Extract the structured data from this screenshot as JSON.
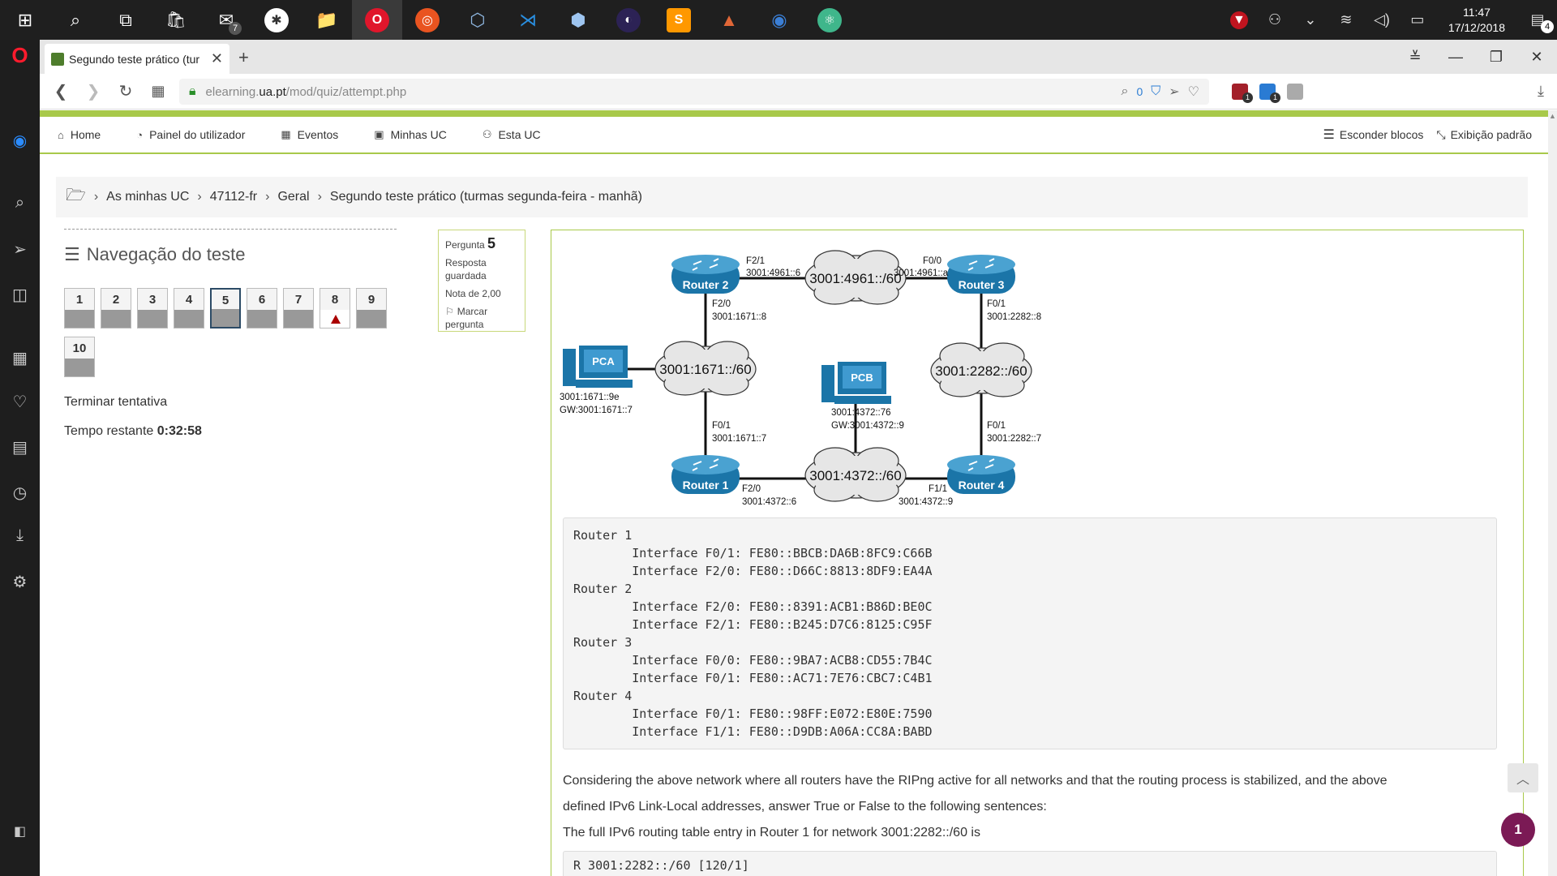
{
  "taskbar": {
    "apps": [
      {
        "name": "start",
        "glyph": "⊞"
      },
      {
        "name": "search",
        "glyph": "⌕"
      },
      {
        "name": "task-view",
        "glyph": "⧉"
      },
      {
        "name": "store",
        "glyph": "🛍"
      },
      {
        "name": "mail",
        "glyph": "✉",
        "badge": "7"
      },
      {
        "name": "slack",
        "glyph": "✱"
      },
      {
        "name": "file-explorer",
        "glyph": "📁"
      },
      {
        "name": "opera",
        "glyph": "O"
      },
      {
        "name": "ubuntu",
        "glyph": "◎"
      },
      {
        "name": "virtualbox",
        "glyph": "⬡"
      },
      {
        "name": "vscode",
        "glyph": "⋊"
      },
      {
        "name": "3d-viewer",
        "glyph": "⬢"
      },
      {
        "name": "eclipse",
        "glyph": "◐"
      },
      {
        "name": "sublime",
        "glyph": "S"
      },
      {
        "name": "matlab",
        "glyph": "▲"
      },
      {
        "name": "chrome-dev",
        "glyph": "◉"
      },
      {
        "name": "atom",
        "glyph": "⚛"
      }
    ],
    "clock_time": "11:47",
    "clock_date": "17/12/2018",
    "notif_count": "4"
  },
  "browser": {
    "tab_title": "Segundo teste prático (tur",
    "url_prefix": "elearning.",
    "url_host": "ua.pt",
    "url_path": "/mod/quiz/attempt.php",
    "adblock_count": "0",
    "ext_badge_1": "1",
    "ext_badge_2": "1"
  },
  "moodle_nav": {
    "items": [
      {
        "icon": "⌂",
        "label": "Home"
      },
      {
        "icon": "◔",
        "label": "Painel do utilizador"
      },
      {
        "icon": "▦",
        "label": "Eventos"
      },
      {
        "icon": "▣",
        "label": "Minhas UC"
      },
      {
        "icon": "⚇",
        "label": "Esta UC"
      }
    ],
    "hide_blocks": "Esconder blocos",
    "default_view": "Exibição padrão"
  },
  "breadcrumb": [
    "As minhas UC",
    "47112-fr",
    "Geral",
    "Segundo teste prático (turmas segunda-feira - manhã)"
  ],
  "quiz_nav": {
    "title": "Navegação do teste",
    "questions": [
      "1",
      "2",
      "3",
      "4",
      "5",
      "6",
      "7",
      "8",
      "9",
      "10"
    ],
    "current": "5",
    "flagged": "8",
    "finish_label": "Terminar tentativa",
    "time_label": "Tempo restante",
    "time_value": "0:32:58"
  },
  "question_info": {
    "label": "Pergunta",
    "number": "5",
    "status": "Resposta guardada",
    "grade": "Nota de 2,00",
    "flag": "Marcar pergunta"
  },
  "diagram": {
    "clouds": [
      "3001:4961::/60",
      "3001:1671::/60",
      "3001:2282::/60",
      "3001:4372::/60"
    ],
    "routers": [
      "Router 1",
      "Router 2",
      "Router 3",
      "Router 4"
    ],
    "pcs": [
      "PCA",
      "PCB"
    ],
    "labels": {
      "r2_f21": "F2/1",
      "r2_f21_addr": "3001:4961::6",
      "r3_f00": "F0/0",
      "r3_f00_addr": "3001:4961::a",
      "r2_f20": "F2/0",
      "r2_f20_addr": "3001:1671::8",
      "r3_f01": "F0/1",
      "r3_f01_addr": "3001:2282::8",
      "pca_addr": "3001:1671::9e",
      "pca_gw": "GW:3001:1671::7",
      "pcb_addr": "3001:4372::76",
      "pcb_gw": "GW:3001:4372::9",
      "r1_f01": "F0/1",
      "r1_f01_addr": "3001:1671::7",
      "r4_f01": "F0/1",
      "r4_f01_addr": "3001:2282::7",
      "r1_f20": "F2/0",
      "r1_f20_addr": "3001:4372::6",
      "r4_f11": "F1/1",
      "r4_f11_addr": "3001:4372::9"
    }
  },
  "code_block": "Router 1\n        Interface F0/1: FE80::BBCB:DA6B:8FC9:C66B\n        Interface F2/0: FE80::D66C:8813:8DF9:EA4A\nRouter 2\n        Interface F2/0: FE80::8391:ACB1:B86D:BE0C\n        Interface F2/1: FE80::B245:D7C6:8125:C95F\nRouter 3\n        Interface F0/0: FE80::9BA7:ACB8:CD55:7B4C\n        Interface F0/1: FE80::AC71:7E76:CBC7:C4B1\nRouter 4\n        Interface F0/1: FE80::98FF:E072:E80E:7590\n        Interface F1/1: FE80::D9DB:A06A:CC8A:BABD",
  "question_text": {
    "line1": "Considering the above network where all routers have the RIPng active for all networks and that the routing process is stabilized, and the above",
    "line2": "defined IPv6 Link-Local addresses, answer True or False to the following sentences:",
    "line3": "The full IPv6 routing table entry in Router 1 for network 3001:2282::/60 is"
  },
  "code_block_2": "R  3001:2282::/60 [120/1]",
  "message_count": "1",
  "colors": {
    "moodle_green": "#a8c94a",
    "router_blue": "#1b75a8",
    "message_purple": "#7b1a55"
  }
}
